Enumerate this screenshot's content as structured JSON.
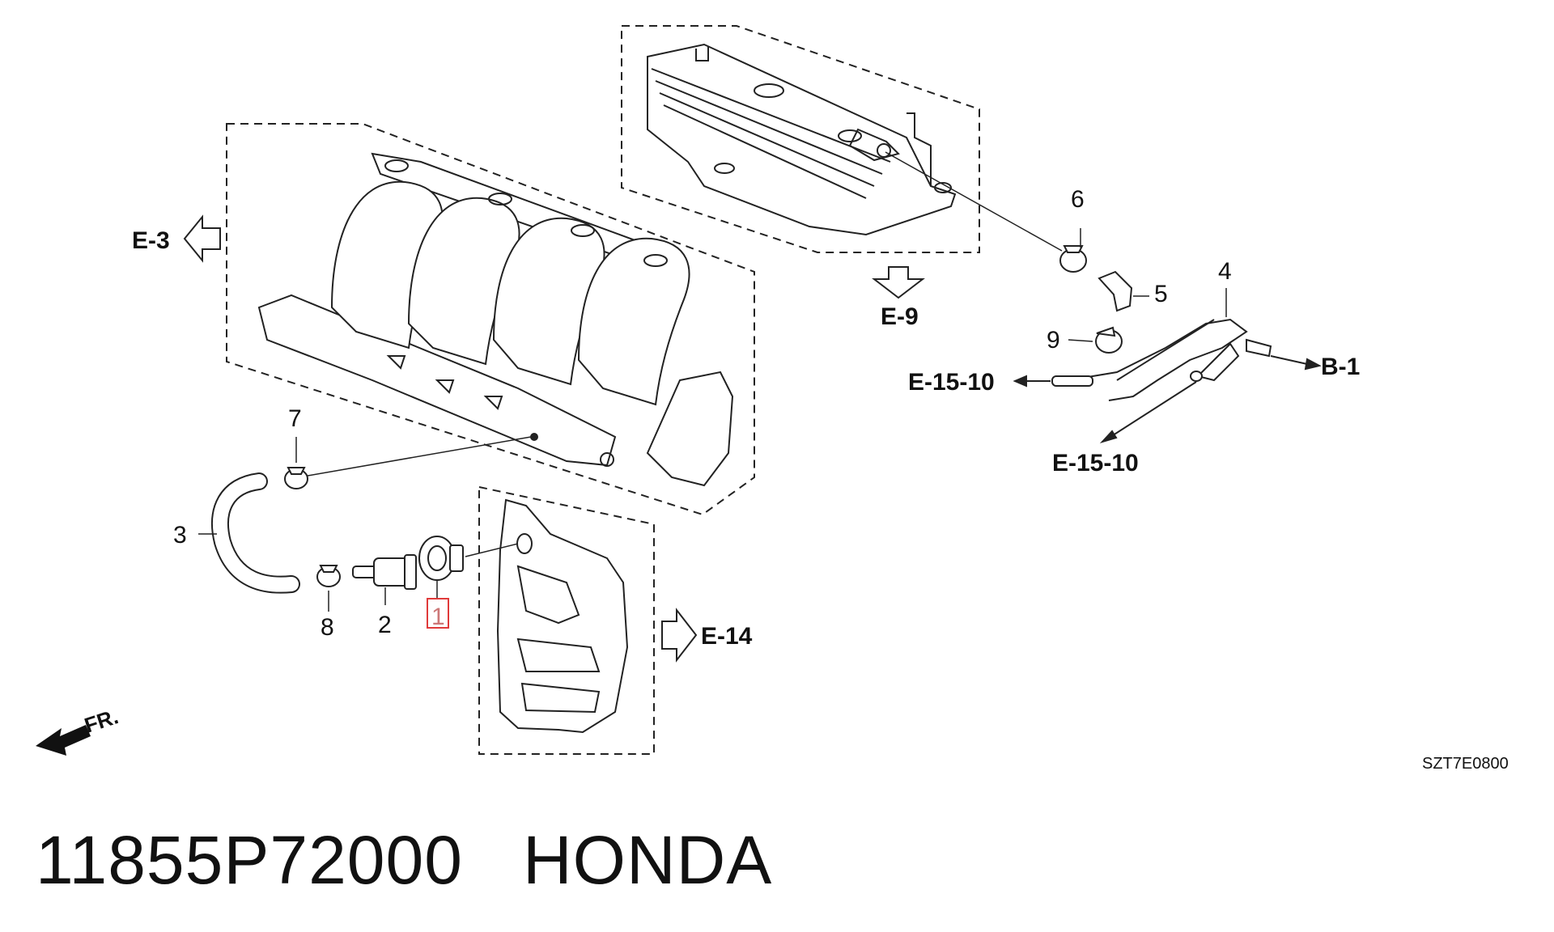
{
  "diagram": {
    "callouts": [
      "1",
      "2",
      "3",
      "4",
      "5",
      "6",
      "7",
      "8",
      "9"
    ],
    "references": {
      "e3": "E-3",
      "e9": "E-9",
      "e14": "E-14",
      "e15_10_top": "E-15-10",
      "e15_10_bottom": "E-15-10",
      "b1": "B-1"
    },
    "direction_label": "FR.",
    "diagram_code": "SZT7E0800",
    "highlight_color": "#e03a3a"
  },
  "caption": {
    "part_number": "11855P72000",
    "brand": "HONDA"
  }
}
